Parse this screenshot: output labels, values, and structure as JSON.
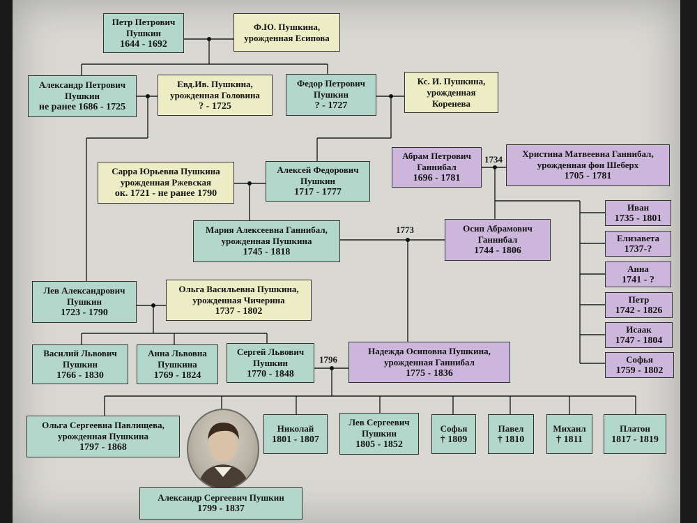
{
  "people": {
    "petr_p": {
      "n1": "Петр Петрович",
      "n2": "Пушкин",
      "d": "1644 - 1692"
    },
    "f_yu": {
      "n1": "Ф.Ю. Пушкина,",
      "n2": "урожденная Есипова"
    },
    "alexandr_p": {
      "n1": "Александр Петрович",
      "n2": "Пушкин",
      "d": "не ранее 1686 - 1725"
    },
    "evd_iv": {
      "n1": "Евд.Ив. Пушкина,",
      "n2": "урожденная Головина",
      "d": "? - 1725"
    },
    "fedor_p": {
      "n1": "Федор Петрович",
      "n2": "Пушкин",
      "d": "? - 1727"
    },
    "ks_i": {
      "n1": "Кс. И. Пушкина,",
      "n2": "урожденная",
      "n3": "Коренева"
    },
    "abram": {
      "n1": "Абрам Петрович",
      "n2": "Ганнибал",
      "d": "1696 - 1781"
    },
    "hristina": {
      "n1": "Христина Матвеевна Ганнибал,",
      "n2": "урожденная фон Шеберх",
      "d": "1705 - 1781"
    },
    "sarra": {
      "n1": "Сарра Юрьевна Пушкина",
      "n2": "урожденная Ржевская",
      "d": "ок. 1721 - не ранее 1790"
    },
    "aleksei_f": {
      "n1": "Алексей Федорович",
      "n2": "Пушкин",
      "d": "1717 - 1777"
    },
    "maria": {
      "n1": "Мария Алексеевна Ганнибал,",
      "n2": "урожденная Пушкина",
      "d": "1745 - 1818"
    },
    "osip": {
      "n1": "Осип Абрамович",
      "n2": "Ганнибал",
      "d": "1744 - 1806"
    },
    "ivan": {
      "n1": "Иван",
      "d": "1735 - 1801"
    },
    "elizaveta": {
      "n1": "Елизавета",
      "d": "1737-?"
    },
    "anna_h": {
      "n1": "Анна",
      "d": "1741 - ?"
    },
    "petr_h": {
      "n1": "Петр",
      "d": "1742 - 1826"
    },
    "isaak": {
      "n1": "Исаак",
      "d": "1747 - 1804"
    },
    "sofya_h": {
      "n1": "Софья",
      "d": "1759 - 1802"
    },
    "lev_a": {
      "n1": "Лев Александрович",
      "n2": "Пушкин",
      "d": "1723 - 1790"
    },
    "olga_v": {
      "n1": "Ольга Васильевна Пушкина,",
      "n2": "урожденная Чичерина",
      "d": "1737 - 1802"
    },
    "vasily": {
      "n1": "Василий Львович",
      "n2": "Пушкин",
      "d": "1766 - 1830"
    },
    "anna_l": {
      "n1": "Анна Львовна",
      "n2": "Пушкина",
      "d": "1769 - 1824"
    },
    "sergei": {
      "n1": "Сергей Львович",
      "n2": "Пушкин",
      "d": "1770 - 1848"
    },
    "nadezhda": {
      "n1": "Надежда Осиповна Пушкина,",
      "n2": "урожденная Ганнибал",
      "d": "1775 - 1836"
    },
    "olga_s": {
      "n1": "Ольга Сергеевна Павлищева,",
      "n2": "урожденная Пушкина",
      "d": "1797 - 1868"
    },
    "nikolai": {
      "n1": "Николай",
      "d": "1801 - 1807"
    },
    "lev_s": {
      "n1": "Лев Сергеевич",
      "n2": "Пушкин",
      "d": "1805 - 1852"
    },
    "sofya_s": {
      "n1": "Софья",
      "d": "† 1809"
    },
    "pavel": {
      "n1": "Павел",
      "d": "† 1810"
    },
    "mihail": {
      "n1": "Михаил",
      "d": "† 1811"
    },
    "platon": {
      "n1": "Платон",
      "d": "1817 - 1819"
    },
    "alexandr_s": {
      "n1": "Александр Сергеевич Пушкин",
      "d": "1799 - 1837"
    }
  },
  "marriages": {
    "m1734": "1734",
    "m1773": "1773",
    "m1796": "1796"
  },
  "colors": {
    "pushkin_line": "#b4d7cc",
    "spouse": "#ecedc4",
    "gannibal_line": "#cdb6dc",
    "background": "#d9d8d3"
  }
}
